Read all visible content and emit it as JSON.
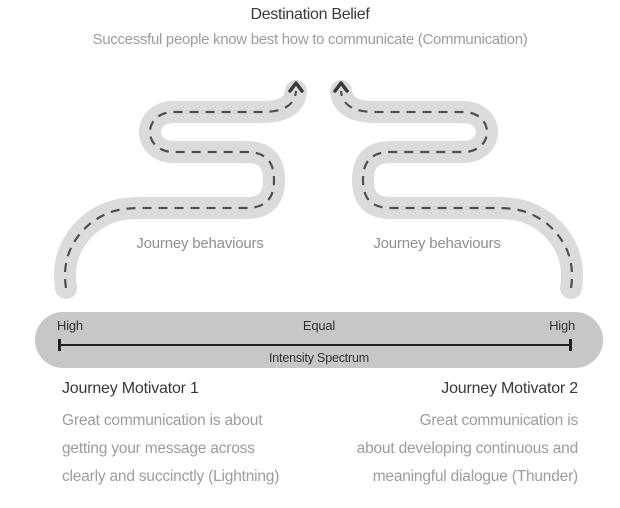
{
  "header": {
    "title": "Destination Belief",
    "subtitle": "Successful people know best how to communicate (Communication)"
  },
  "journey_left": {
    "label": "Journey behaviours"
  },
  "journey_right": {
    "label": "Journey behaviours"
  },
  "spectrum": {
    "left_level": "High",
    "center_level": "Equal",
    "right_level": "High",
    "axis_label": "Intensity Spectrum"
  },
  "motivator_left": {
    "title": "Journey Motivator 1",
    "line1": "Great communication is about",
    "line2": "getting your message across",
    "line3": "clearly and succinctly (Lightning)"
  },
  "motivator_right": {
    "title": "Journey Motivator 2",
    "line1": "Great communication is",
    "line2": "about developing continuous and",
    "line3": "meaningful dialogue (Thunder)"
  },
  "colors": {
    "road": "#dbdbdb",
    "spectrum_bar": "#c7c7c7",
    "dashed_line": "#4f4f4f",
    "arrow": "#3a3a3a",
    "dark_text": "#3a3a3a",
    "muted_text": "#9b9b9b",
    "journey_label_text": "#8f8f8f",
    "spectrum_line": "#222222"
  }
}
